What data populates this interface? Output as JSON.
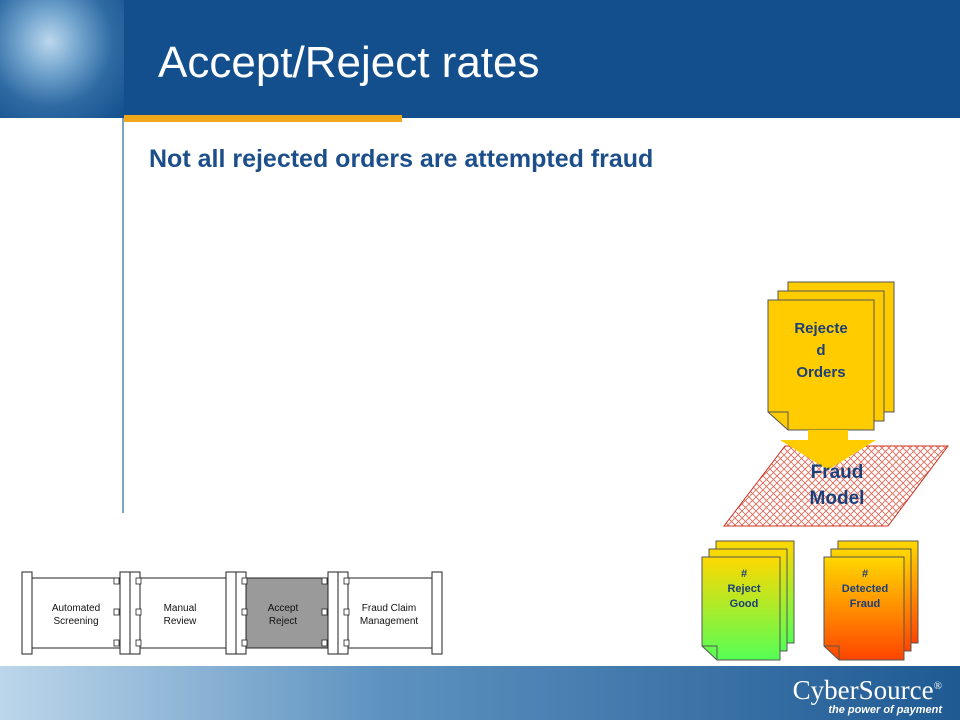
{
  "title": "Accept/Reject rates",
  "subtitle": "Not all rejected orders are attempted fraud",
  "rejected_orders": "Rejecte\nd\nOrders",
  "fraud_model": "Fraud\nModel",
  "reject_good": "#\nReject\nGood",
  "detected_fraud": "#\nDetected\nFraud",
  "process_steps": [
    {
      "label": "Automated\nScreening",
      "active": false
    },
    {
      "label": "Manual\nReview",
      "active": false
    },
    {
      "label": "Accept\nReject",
      "active": true
    },
    {
      "label": "Fraud Claim\nManagement",
      "active": false
    }
  ],
  "logo": {
    "name": "CyberSource",
    "mark": "®",
    "tagline": "the power of payment"
  },
  "colors": {
    "header": "#124f8c",
    "accent": "#f2a61a",
    "document_yellow": "#ffcc00",
    "active_step": "#9a9a9a"
  }
}
